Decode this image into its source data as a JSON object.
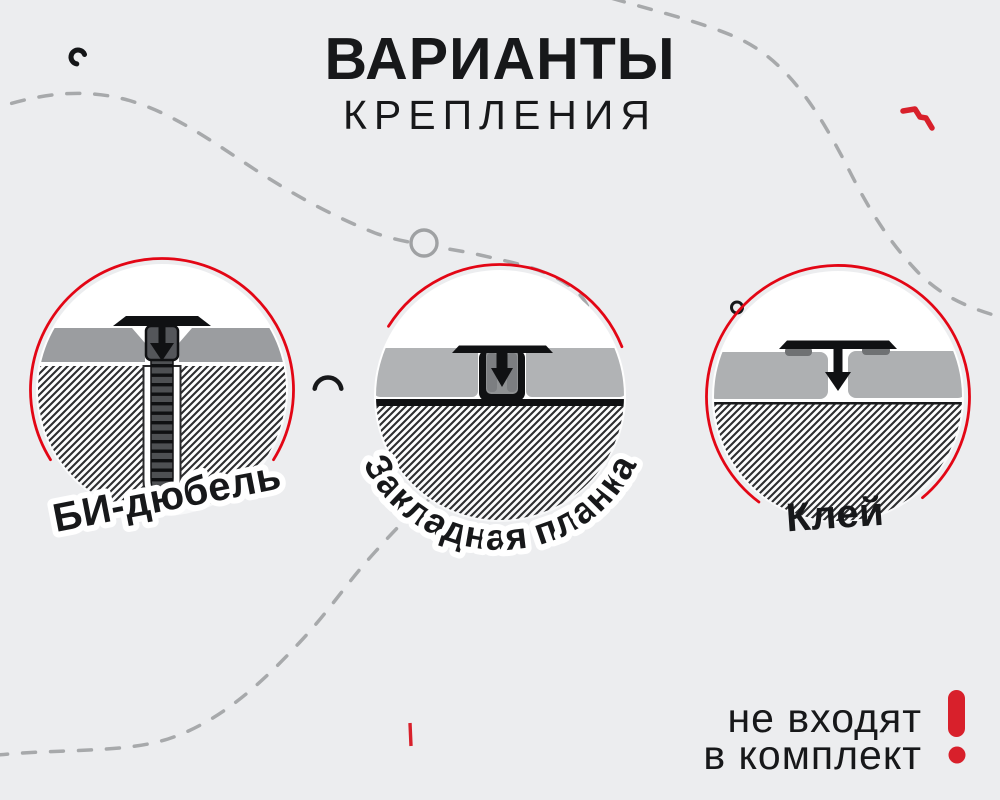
{
  "title": {
    "line1": "ВАРИАНТЫ",
    "line2": "КРЕПЛЕНИЯ"
  },
  "options": [
    {
      "id": "bi-dowel",
      "label": "БИ-дюбель"
    },
    {
      "id": "embedded-plank",
      "label": "Закладная планка"
    },
    {
      "id": "glue",
      "label": "Клей"
    }
  ],
  "note": {
    "line1": "не входят",
    "line2": "в комплект"
  },
  "colors": {
    "background": "#ecedef",
    "ring_red": "#e30615",
    "accent_red": "#d8202b",
    "text_dark": "#17181a",
    "dash_gray": "#a7a9ab",
    "panel_gray_dark": "#9b9da0",
    "panel_gray_light": "#b1b3b5",
    "metal_dark": "#4e5053",
    "hatch_line": "#2d2e30"
  }
}
